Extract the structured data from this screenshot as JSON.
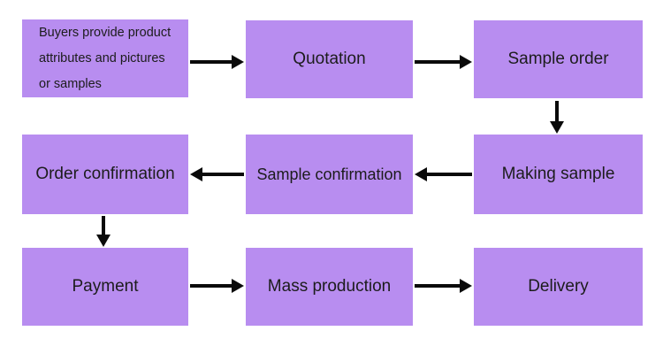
{
  "diagram": {
    "type": "flowchart",
    "description": "Order-to-delivery process flow with nine steps in three rows, serpentine direction: right across top row, down, left across middle row, down, right across bottom row",
    "nodes": [
      {
        "id": "buyers",
        "label": "Buyers provide product attributes and pictures or samples"
      },
      {
        "id": "quotation",
        "label": "Quotation"
      },
      {
        "id": "sample-order",
        "label": "Sample order"
      },
      {
        "id": "making-sample",
        "label": "Making sample"
      },
      {
        "id": "sample-confirmation",
        "label": "Sample confirmation"
      },
      {
        "id": "order-confirmation",
        "label": "Order confirmation"
      },
      {
        "id": "payment",
        "label": "Payment"
      },
      {
        "id": "mass-production",
        "label": "Mass production"
      },
      {
        "id": "delivery",
        "label": "Delivery"
      }
    ],
    "edges": [
      {
        "from": "buyers",
        "to": "quotation",
        "direction": "right"
      },
      {
        "from": "quotation",
        "to": "sample-order",
        "direction": "right"
      },
      {
        "from": "sample-order",
        "to": "making-sample",
        "direction": "down"
      },
      {
        "from": "making-sample",
        "to": "sample-confirmation",
        "direction": "left"
      },
      {
        "from": "sample-confirmation",
        "to": "order-confirmation",
        "direction": "left"
      },
      {
        "from": "order-confirmation",
        "to": "payment",
        "direction": "down"
      },
      {
        "from": "payment",
        "to": "mass-production",
        "direction": "right"
      },
      {
        "from": "mass-production",
        "to": "delivery",
        "direction": "right"
      }
    ],
    "colors": {
      "node_fill": "#b88df0",
      "arrow": "#0a0a0a",
      "text": "#1c1c1c",
      "background": "#ffffff"
    }
  }
}
